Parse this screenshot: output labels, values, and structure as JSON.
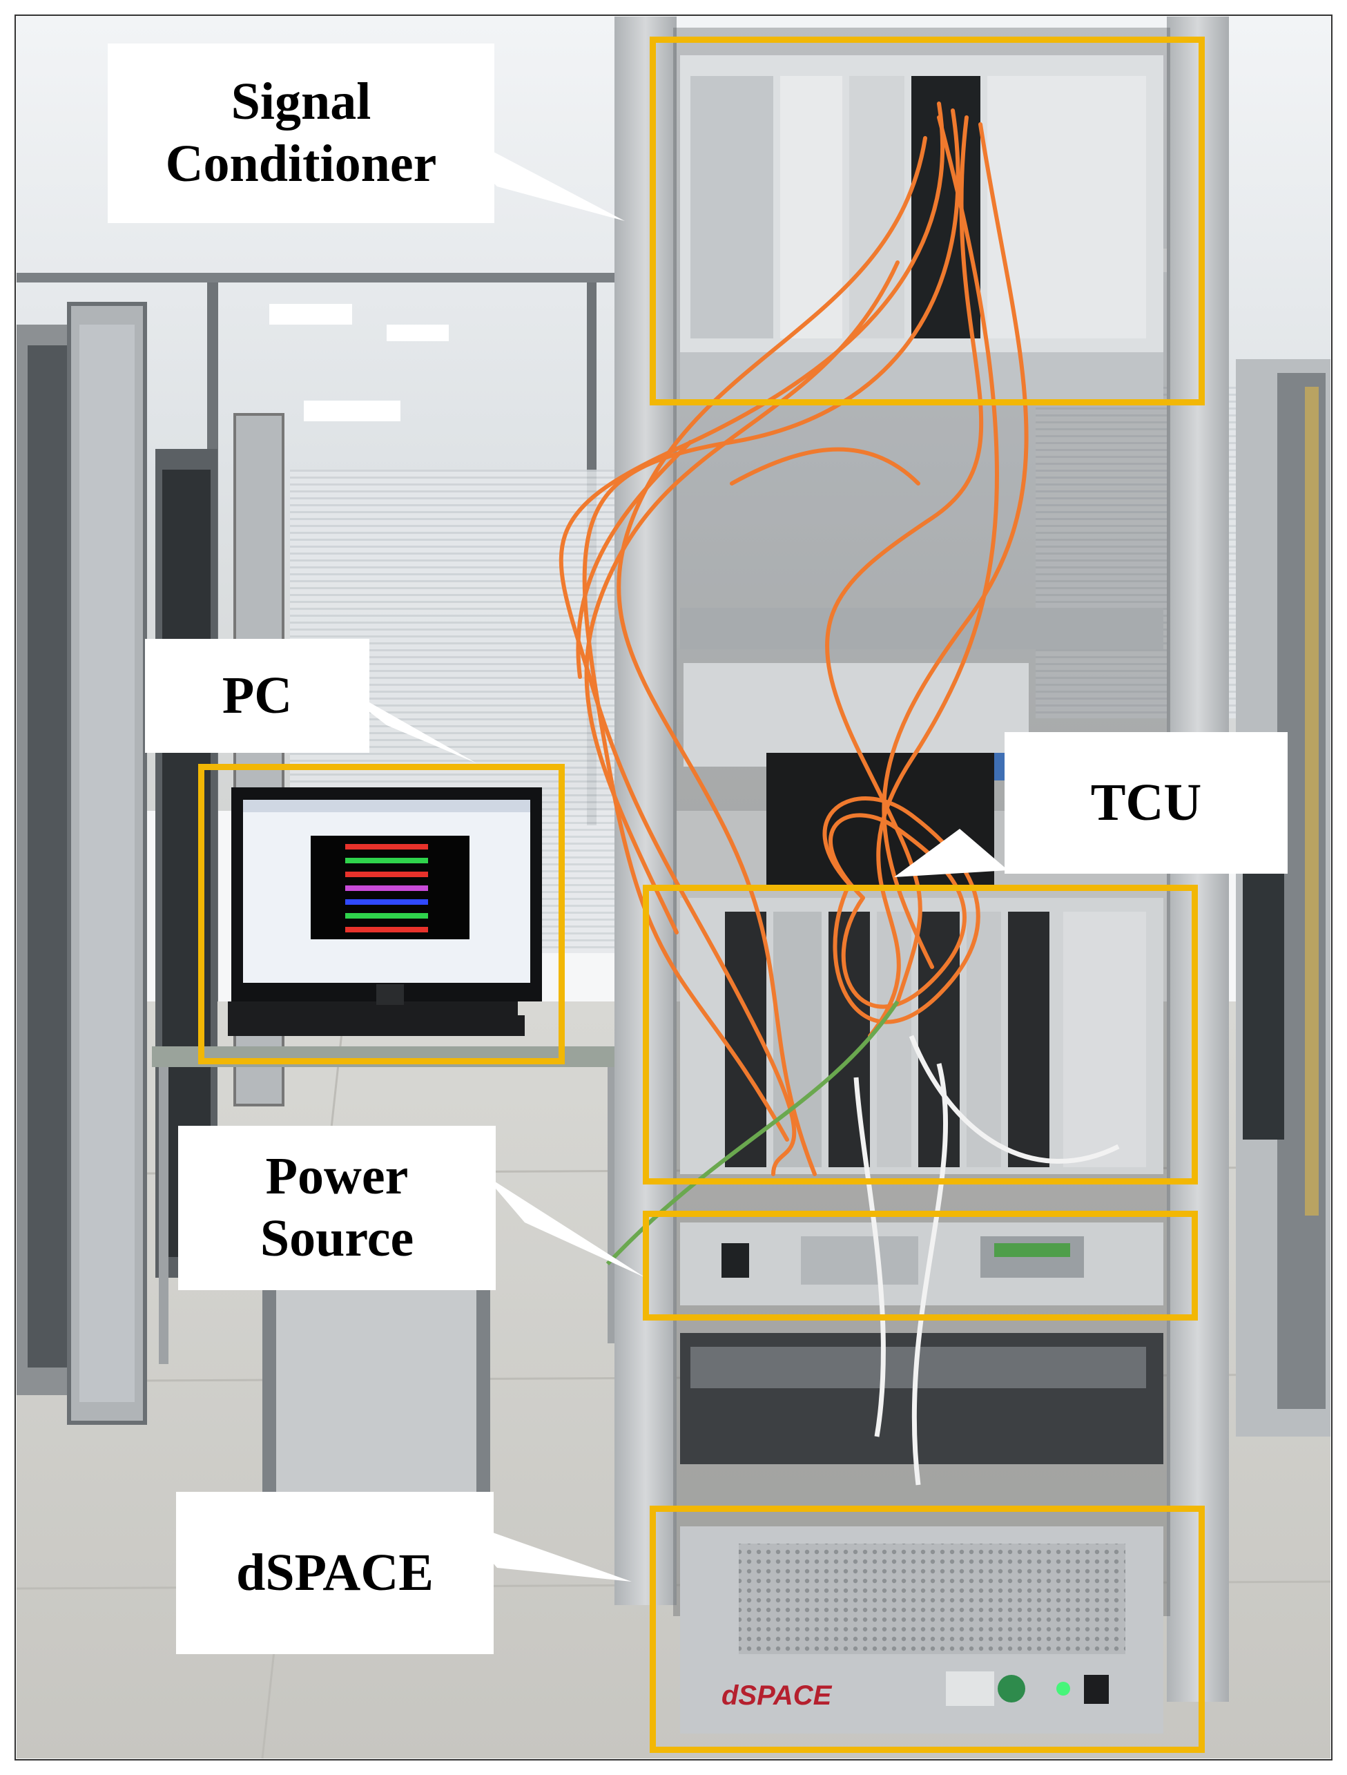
{
  "labels": {
    "signal_conditioner": [
      "Signal",
      "Conditioner"
    ],
    "pc": "PC",
    "tcu": "TCU",
    "power_source": [
      "Power",
      "Source"
    ],
    "dspace": "dSPACE"
  },
  "equipment_text": {
    "dspace_logo": "dSPACE"
  },
  "colors": {
    "highlight": "#f2b705",
    "cable": "#f07a2e",
    "rack": "#c9ccce",
    "floor": "#d9d9d6",
    "wall": "#e9ecef"
  }
}
